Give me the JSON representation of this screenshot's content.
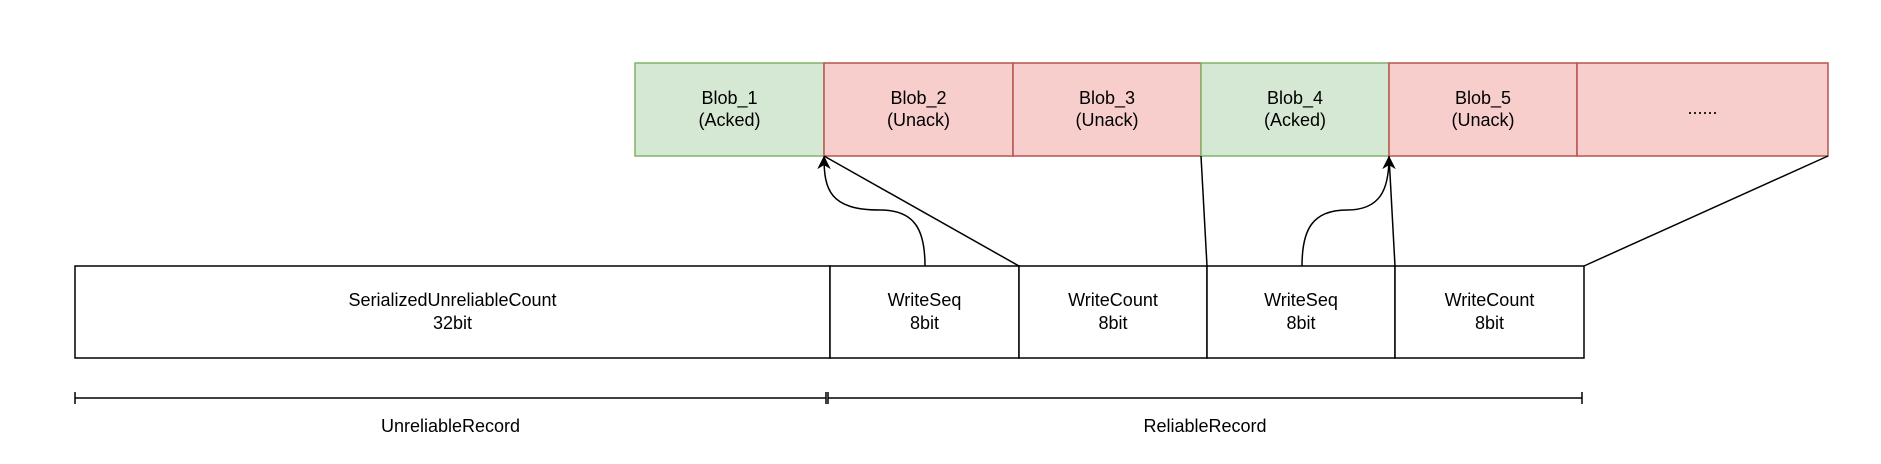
{
  "blobs": [
    {
      "name": "Blob_1",
      "status": "(Acked)",
      "state": "acked"
    },
    {
      "name": "Blob_2",
      "status": "(Unack)",
      "state": "unacked"
    },
    {
      "name": "Blob_3",
      "status": "(Unack)",
      "state": "unacked"
    },
    {
      "name": "Blob_4",
      "status": "(Acked)",
      "state": "acked"
    },
    {
      "name": "Blob_5",
      "status": "(Unack)",
      "state": "unacked"
    },
    {
      "name": "......",
      "status": "",
      "state": "unacked"
    }
  ],
  "fields": [
    {
      "name": "SerializedUnreliableCount",
      "size": "32bit"
    },
    {
      "name": "WriteSeq",
      "size": "8bit"
    },
    {
      "name": "WriteCount",
      "size": "8bit"
    },
    {
      "name": "WriteSeq",
      "size": "8bit"
    },
    {
      "name": "WriteCount",
      "size": "8bit"
    }
  ],
  "ranges": [
    {
      "label": "UnreliableRecord"
    },
    {
      "label": "ReliableRecord"
    }
  ],
  "colors": {
    "acked_fill": "#d5e8d4",
    "acked_stroke": "#82b366",
    "unacked_fill": "#f8cecc",
    "unacked_stroke": "#b85450",
    "line": "#000000"
  }
}
